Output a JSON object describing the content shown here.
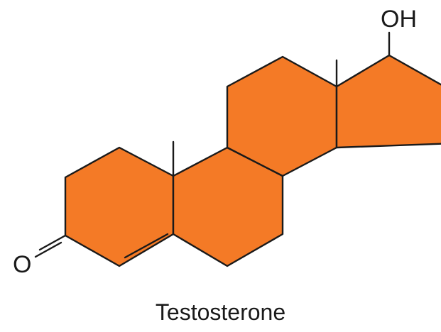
{
  "molecule": {
    "name": "Testosterone",
    "atoms": {
      "hydroxyl": "OH",
      "ketone_oxygen": "O"
    },
    "colors": {
      "ring_fill": "#f47a26",
      "bond_stroke": "#1a1a1a",
      "background": "#ffffff"
    }
  }
}
